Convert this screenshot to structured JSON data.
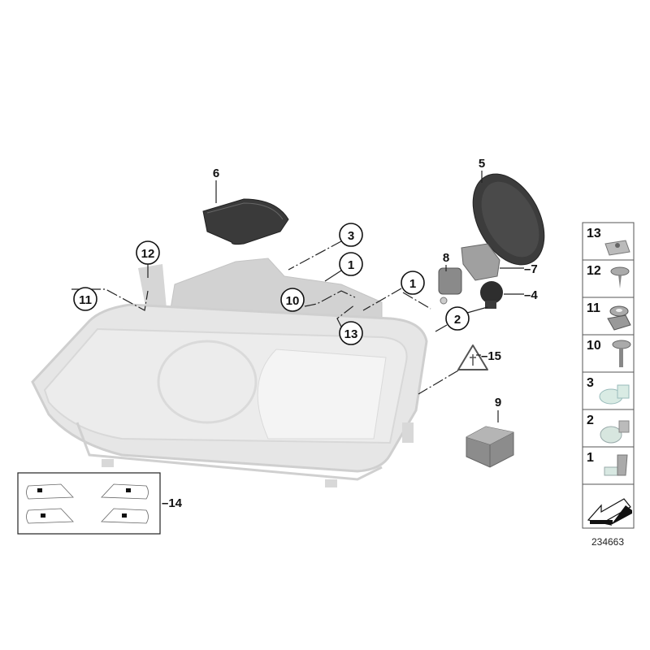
{
  "diagram": {
    "callouts": {
      "c6": "6",
      "c5": "5",
      "c3": "3",
      "c12": "12",
      "c1a": "1",
      "c8": "8",
      "c7": "7",
      "c11": "11",
      "c10": "10",
      "c1b": "1",
      "c4": "4",
      "c2": "2",
      "c13": "13",
      "c15": "15",
      "c9": "9",
      "c14": "14"
    },
    "legend_column": {
      "items": [
        "13",
        "12",
        "11",
        "10",
        "3",
        "2",
        "1"
      ],
      "icons": [
        "clip-nut-icon",
        "screw-with-washer-icon",
        "expanding-nut-icon",
        "self-tapping-screw-icon",
        "wedge-bulb-icon",
        "bayonet-bulb-icon",
        "h7-bulb-icon",
        "arrow-icon"
      ]
    },
    "reference_number": "234663",
    "colors": {
      "headlamp": "#e4e4e4",
      "parts_dark": "#3a3a3a",
      "parts_gray": "#9a9a9a",
      "ink": "#111111"
    }
  }
}
